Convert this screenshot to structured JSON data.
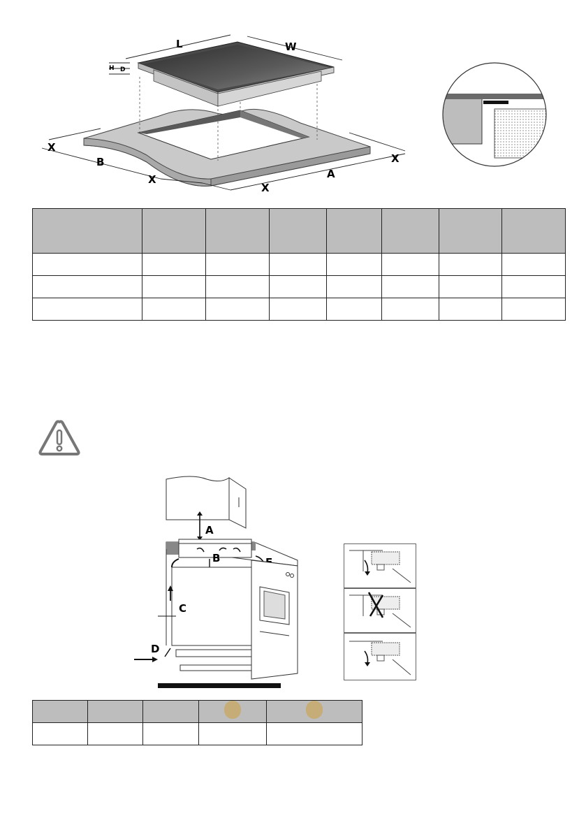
{
  "figure_top": {
    "hob_labels": {
      "length": "L",
      "width": "W",
      "height": "H",
      "depth": "D"
    },
    "cutout_labels": {
      "a": "A",
      "b": "B",
      "x1": "X",
      "x2": "X",
      "x3": "X",
      "x4": "X"
    }
  },
  "table_dimensions": {
    "header": [
      "",
      "",
      "",
      "",
      "",
      "",
      "",
      ""
    ],
    "rows": [
      [
        "",
        "",
        "",
        "",
        "",
        "",
        "",
        ""
      ],
      [
        "",
        "",
        "",
        "",
        "",
        "",
        "",
        ""
      ],
      [
        "",
        "",
        "",
        "",
        "",
        "",
        "",
        ""
      ]
    ]
  },
  "warning": {
    "icon": "warning-triangle-icon"
  },
  "figure_bottom": {
    "labels": {
      "a": "A",
      "b": "B",
      "c": "C",
      "d": "D",
      "e": "E"
    }
  },
  "table_clearances": {
    "header": [
      "",
      "",
      "",
      "",
      ""
    ],
    "rows": [
      [
        "",
        "",
        "",
        "",
        ""
      ]
    ],
    "marker_color": "#c8a96a"
  }
}
